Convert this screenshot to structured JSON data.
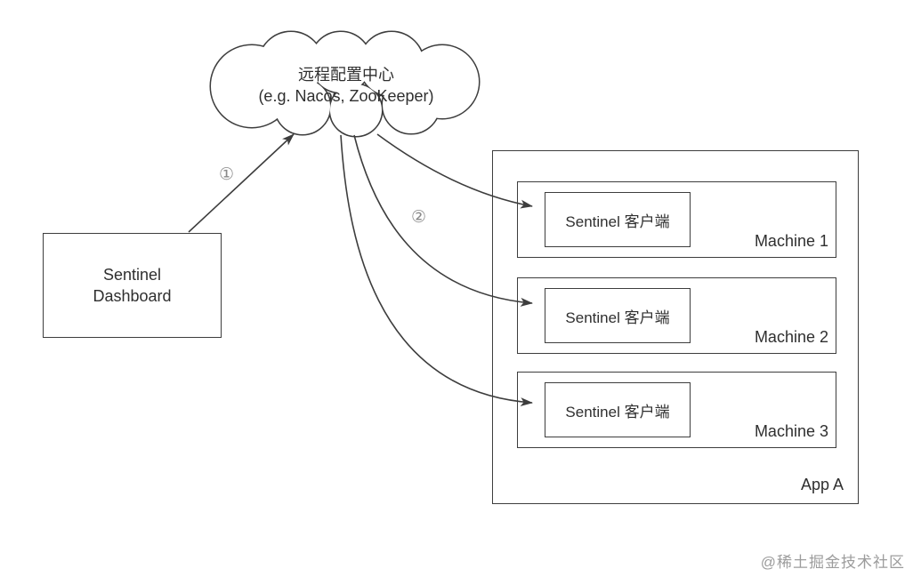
{
  "cloud": {
    "title": "远程配置中心",
    "subtitle": "(e.g. Nacos, ZooKeeper)"
  },
  "dashboard": {
    "line1": "Sentinel",
    "line2": "Dashboard"
  },
  "annotations": {
    "step1": "①",
    "step2": "②"
  },
  "app": {
    "label": "App A",
    "machines": [
      {
        "label": "Machine 1",
        "client": "Sentinel 客户端"
      },
      {
        "label": "Machine 2",
        "client": "Sentinel 客户端"
      },
      {
        "label": "Machine 3",
        "client": "Sentinel 客户端"
      }
    ]
  },
  "watermark": "@稀土掘金技术社区",
  "colors": {
    "line": "#3d3d3d",
    "annotation": "#8a8a8a",
    "watermark": "#9c9c9c",
    "background": "#ffffff"
  }
}
